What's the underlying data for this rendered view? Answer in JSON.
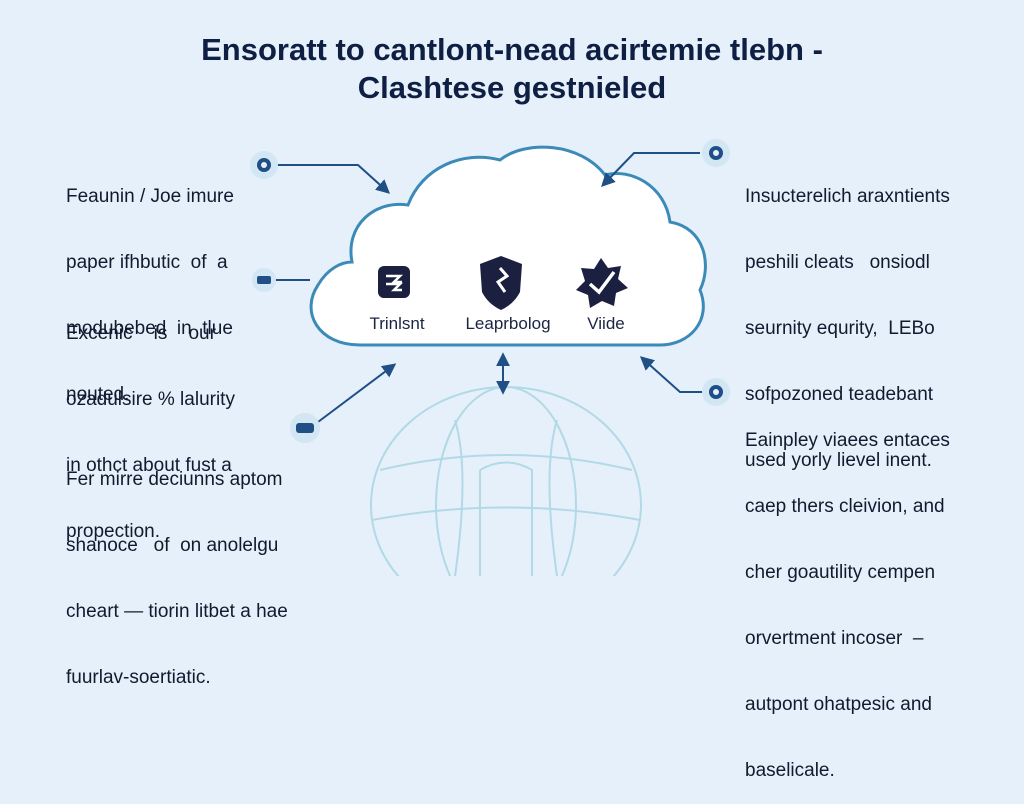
{
  "title": {
    "line1": "Ensoratt to cantlont-nead acirtemie tlebn -",
    "line2": "Clashtese gestnieled"
  },
  "blocks": {
    "top_left": [
      "Feaunin / Joe imure",
      "paper ifhbutic  of  a",
      "modubebed  in  tlue",
      "nouted."
    ],
    "mid_left": [
      "Excenic    is    our",
      "ozadulsire % lalurity",
      "in othct about fust a",
      "propection."
    ],
    "bottom_left": [
      "Fer mirre deciunns aptom",
      "shanoce   of  on anolelgu",
      "cheart — tiorin litbet a hae",
      "fuurlav-soertiatic."
    ],
    "top_right": [
      "Insucterelich araxntients",
      "peshili cleats   onsiodl",
      "seurnity equrity,  LEBo",
      "sofpozoned teadebant",
      "used yorly lievel inent."
    ],
    "bottom_right": [
      "Eainpley viaees entaces",
      "caep thers cleivion, and",
      "cher goautility cempen",
      "orvertment incoser  –",
      "autpont ohatpesic and",
      "baselicale."
    ]
  },
  "cloud": {
    "labels": [
      "Trinlsnt",
      "Leaprbolog",
      "Viide"
    ],
    "icons": [
      "layers-icon",
      "shield-icon",
      "badge-check-icon"
    ]
  },
  "colors": {
    "background": "#e6f0fa",
    "cloud_fill": "#ffffff",
    "cloud_stroke": "#3b8ab8",
    "arrow": "#1f4f85",
    "icon_dark": "#1b2040",
    "node_ring": "#bcd8ee"
  }
}
